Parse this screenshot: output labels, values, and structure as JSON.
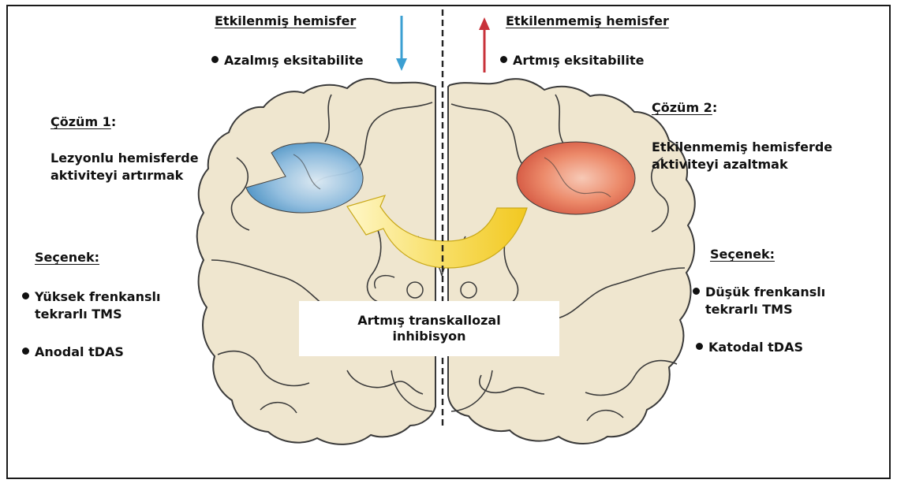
{
  "header": {
    "left_title": "Etkilenmiş hemisfer",
    "left_effect": "Azalmış eksitabilite",
    "right_title": "Etkilenmemiş hemisfer",
    "right_effect": "Artmış eksitabilite"
  },
  "left": {
    "solution_title": "Çözüm 1",
    "solution_colon": ":",
    "solution_line1": "Lezyonlu hemisferde",
    "solution_line2": "aktiviteyi artırmak",
    "option_title": "Seçenek:",
    "option1_line1": "Yüksek frenkanslı",
    "option1_line2": "tekrarlı TMS",
    "option2": "Anodal tDAS"
  },
  "right": {
    "solution_title": "Çözüm 2",
    "solution_colon": ":",
    "solution_line1": "Etkilenmemiş hemisferde",
    "solution_line2": "aktiviteyi azaltmak",
    "option_title": "Seçenek:",
    "option1_line1": "Düşük frenkanslı",
    "option1_line2": "tekrarlı TMS",
    "option2": "Katodal tDAS"
  },
  "center": {
    "line1": "Artmış transkallozal",
    "line2": "inhibisyon"
  },
  "colors": {
    "decrease_arrow": "#3b9fd2",
    "increase_arrow": "#c8323a",
    "left_region": "#6aaad6",
    "right_region": "#e2694e",
    "brain_fill": "#efe6cf",
    "brain_outline": "#3a3a3a",
    "inhibition_arrow": "#f7da4a"
  }
}
